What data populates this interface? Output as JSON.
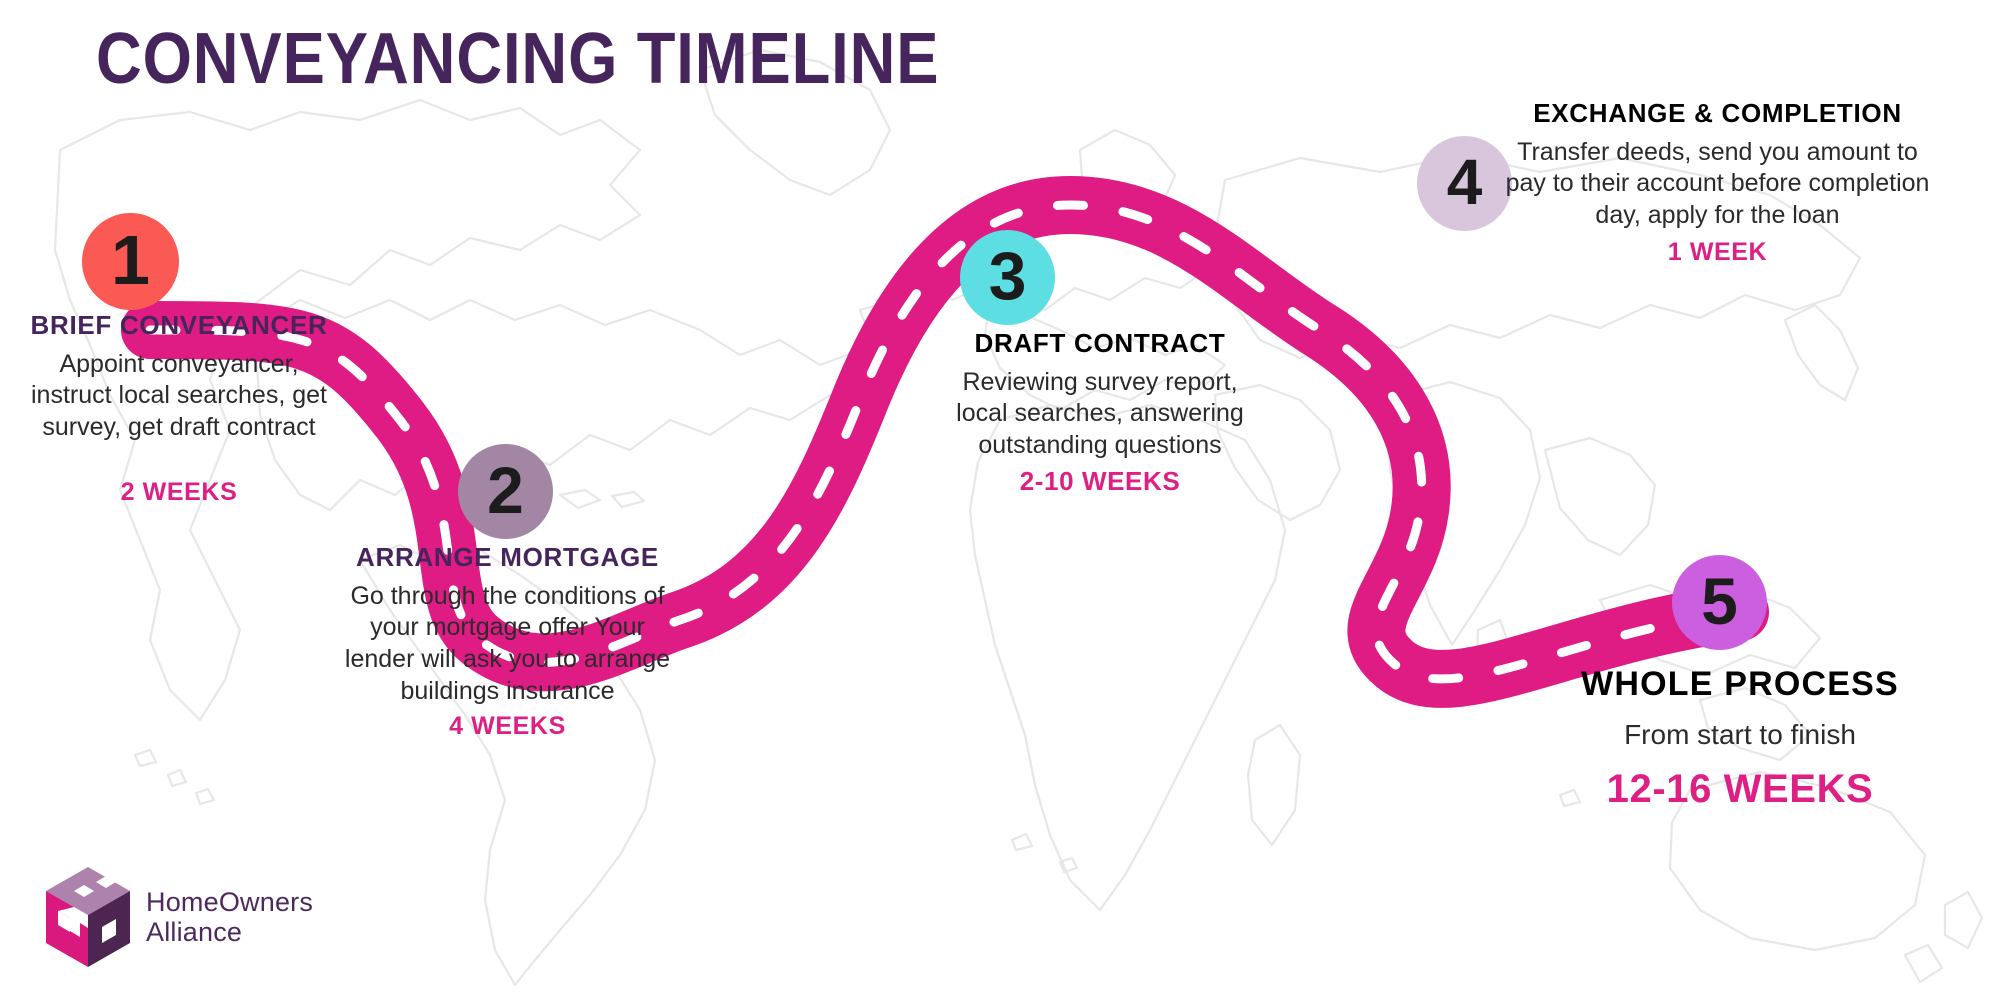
{
  "title": "CONVEYANCING TIMELINE",
  "theme": {
    "title_color": "#46245C",
    "road_color": "#DE1C83",
    "road_dash_color": "#FFFFFF",
    "weeks_color": "#DE1F83",
    "body_text_color": "#2B2B2B",
    "map_outline_color": "#E6E6E6",
    "background": "#FFFFFF"
  },
  "steps": [
    {
      "number": "1",
      "circle_color": "#FB5953",
      "heading": "BRIEF CONVEYANCER",
      "heading_color": "#46245C",
      "body": "Appoint conveyancer, instruct local searches, get survey, get draft contract",
      "duration": "2 WEEKS"
    },
    {
      "number": "2",
      "circle_color": "#A386A3",
      "heading": "ARRANGE MORTGAGE",
      "heading_color": "#46245C",
      "body": "Go through the conditions of your mortgage offer Your lender will ask you to arrange buildings insurance",
      "duration": "4 WEEKS"
    },
    {
      "number": "3",
      "circle_color": "#5CDEE2",
      "heading": "DRAFT CONTRACT",
      "heading_color": "#000000",
      "body": "Reviewing survey report, local searches, answering outstanding questions",
      "duration": "2-10 WEEKS"
    },
    {
      "number": "4",
      "circle_color": "#D8C6DC",
      "heading": "EXCHANGE & COMPLETION",
      "heading_color": "#000000",
      "body": "Transfer deeds, send you amount to pay to their account before completion day, apply for the loan",
      "duration": "1 WEEK"
    },
    {
      "number": "5",
      "circle_color": "#CC5FE0",
      "heading": "WHOLE PROCESS",
      "heading_color": "#000000",
      "body": "From start to finish",
      "duration": "12-16 WEEKS"
    }
  ],
  "logo": {
    "line1": "HomeOwners",
    "line2": "Alliance",
    "mark_name": "homeowners-alliance-cube-logo",
    "color_top": "#AD82AC",
    "color_left": "#D9197E",
    "color_right": "#4C2550",
    "text_color": "#4C2A5E"
  }
}
